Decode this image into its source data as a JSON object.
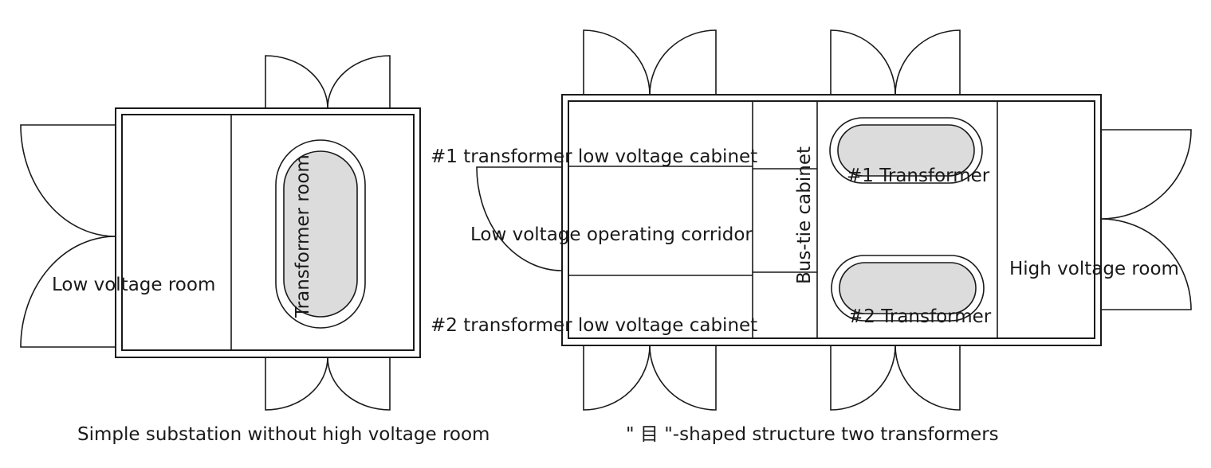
{
  "left_plan": {
    "low_voltage_room": "Low voltage room",
    "transformer_room": "Transformer room",
    "caption": "Simple substation without high voltage room"
  },
  "right_plan": {
    "t1_cabinet": "#1 transformer low voltage cabinet",
    "corridor": "Low voltage operating corridor",
    "t2_cabinet": "#2 transformer low voltage cabinet",
    "bus_tie": "Bus-tie cabinet",
    "t1": "#1 Transformer",
    "t2": "#2 Transformer",
    "hv_room": "High voltage room",
    "caption": "\" 目 \"-shaped structure two transformers"
  },
  "colors": {
    "line": "#1a1a1a",
    "transformer_fill": "#dcdcdc"
  }
}
